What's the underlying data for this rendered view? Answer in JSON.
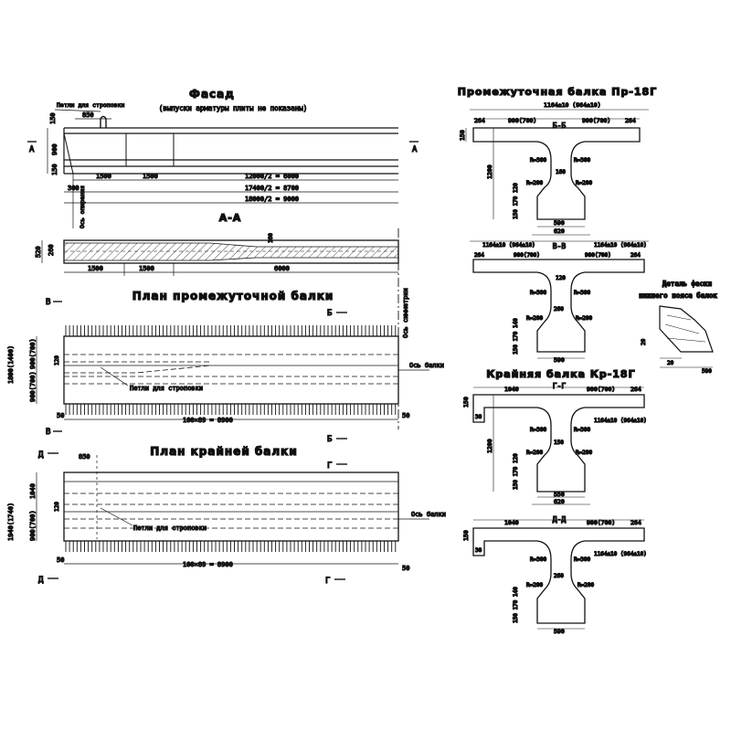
{
  "facade": {
    "title": "Фасад",
    "subtitle": "(выпуски арматуры плиты не показаны)",
    "lifting_loop": "Петли для строповки",
    "dims": [
      "850",
      "150",
      "900",
      "150",
      "1500",
      "1500",
      "12000/2 = 6000",
      "300",
      "17400/2 = 8700",
      "18000/2 = 9000"
    ],
    "support_axis": "Ось опирания",
    "section_mark": "А"
  },
  "section_aa": {
    "title": "А-А",
    "dims": [
      "520",
      "260",
      "1500",
      "1500",
      "6000",
      "160"
    ],
    "symmetry_axis": "Ось симметрии"
  },
  "plan_intermediate": {
    "title": "План промежуточной балки",
    "mark_start": "В",
    "mark_end": "Б",
    "dims_left": [
      "1800(1400)",
      "900(700)",
      "900(700)",
      "120"
    ],
    "lifting_loop": "Петли для строповки",
    "beam_axis": "Ось балки",
    "dims_bottom": [
      "50",
      "100×89 = 8900",
      "50"
    ]
  },
  "plan_edge": {
    "title": "План крайней балки",
    "mark_start": "Д",
    "mark_end": "Г",
    "dims_left": [
      "1940(1740)",
      "1040",
      "900(700)",
      "120"
    ],
    "dim_top": "850",
    "lifting_loop": "Петли для строповки",
    "beam_axis": "Ось балки",
    "dims_bottom": [
      "50",
      "100×89 = 8900",
      "50"
    ]
  },
  "intermediate_beam": {
    "title": "Промежуточная балка Пр-18Г",
    "section_bb": {
      "title": "Б-Б",
      "dims": [
        "1164±10 (964±10)",
        "264",
        "900(700)",
        "900(700)",
        "264",
        "150",
        "1200",
        "R=300",
        "R=300",
        "R=200",
        "R=200",
        "160",
        "150 170 120",
        "590",
        "620"
      ]
    },
    "section_vv": {
      "title": "В-В",
      "dims": [
        "1164±10 (964±10)",
        "1164±10 (964±10)",
        "264",
        "900(700)",
        "900(700)",
        "264",
        "120",
        "R=300",
        "R=300",
        "R=200",
        "R=200",
        "260",
        "150 170 140",
        "590"
      ]
    }
  },
  "chamfer_detail": {
    "title_line1": "Деталь фаски",
    "title_line2": "нижнего пояса балок",
    "dims": [
      "20",
      "20",
      "590"
    ]
  },
  "edge_beam": {
    "title": "Крайняя балка Кр-18Г",
    "section_gg": {
      "title": "Г-Г",
      "dims": [
        "1040",
        "900(700)",
        "264",
        "150",
        "30",
        "1164±10 (964±10)",
        "1200",
        "R=300",
        "R=300",
        "R=200",
        "R=200",
        "150",
        "150 170 120",
        "550",
        "620"
      ]
    },
    "section_dd": {
      "title": "Д-Д",
      "dims": [
        "1040",
        "900(700)",
        "264",
        "150",
        "30",
        "1164±10 (964±10)",
        "R=300",
        "R=300",
        "R=200",
        "R=200",
        "260",
        "150 170 140",
        "590"
      ]
    }
  }
}
